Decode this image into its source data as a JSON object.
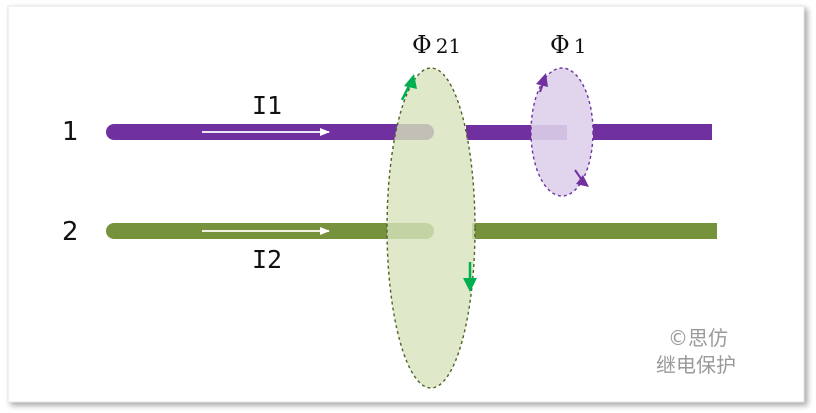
{
  "wire1": {
    "number": "1",
    "current": "I1",
    "color": "#7030a0"
  },
  "wire2": {
    "number": "2",
    "current": "I2",
    "color": "#76923c"
  },
  "flux21": {
    "symbol": "Φ",
    "subscript": "21",
    "fill": "#d7e4bd",
    "border": "#4f6228",
    "arrow_color": "#00b050"
  },
  "flux1": {
    "symbol": "Φ",
    "subscript": "1",
    "fill": "#ddd0ea",
    "border": "#7030a0",
    "arrow_color": "#7030a0"
  },
  "watermark": {
    "line1": "©思仿",
    "line2": "继电保护"
  },
  "current_arrow_color": "#ffffff"
}
